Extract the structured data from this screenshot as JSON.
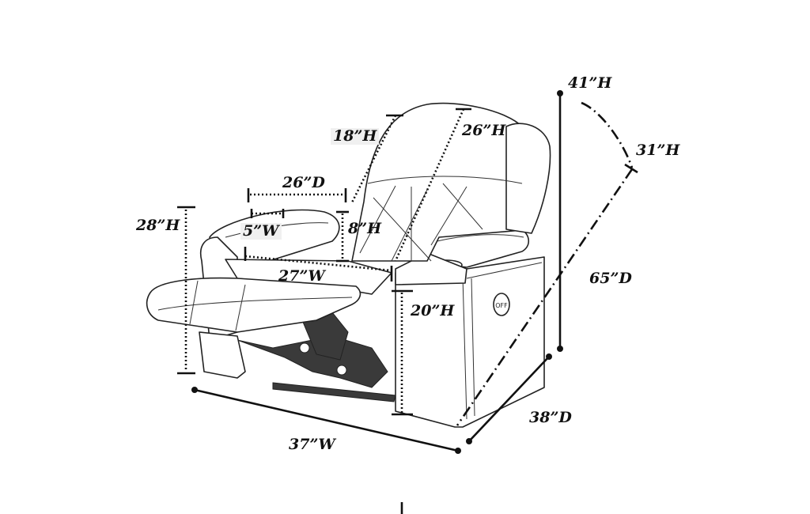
{
  "dimensions": {
    "overall_height": "41”H",
    "reclined_height": "31”H",
    "reclined_depth": "65”D",
    "depth": "38”D",
    "width": "37”W",
    "back_height": "26”H",
    "headrest_height": "18”H",
    "seat_depth": "26”D",
    "arm_height": "28”H",
    "arm_width": "5”W",
    "arm_to_seat": "8”H",
    "seat_width": "27”W",
    "seat_height": "20”H"
  },
  "control_button_label": "OFF"
}
